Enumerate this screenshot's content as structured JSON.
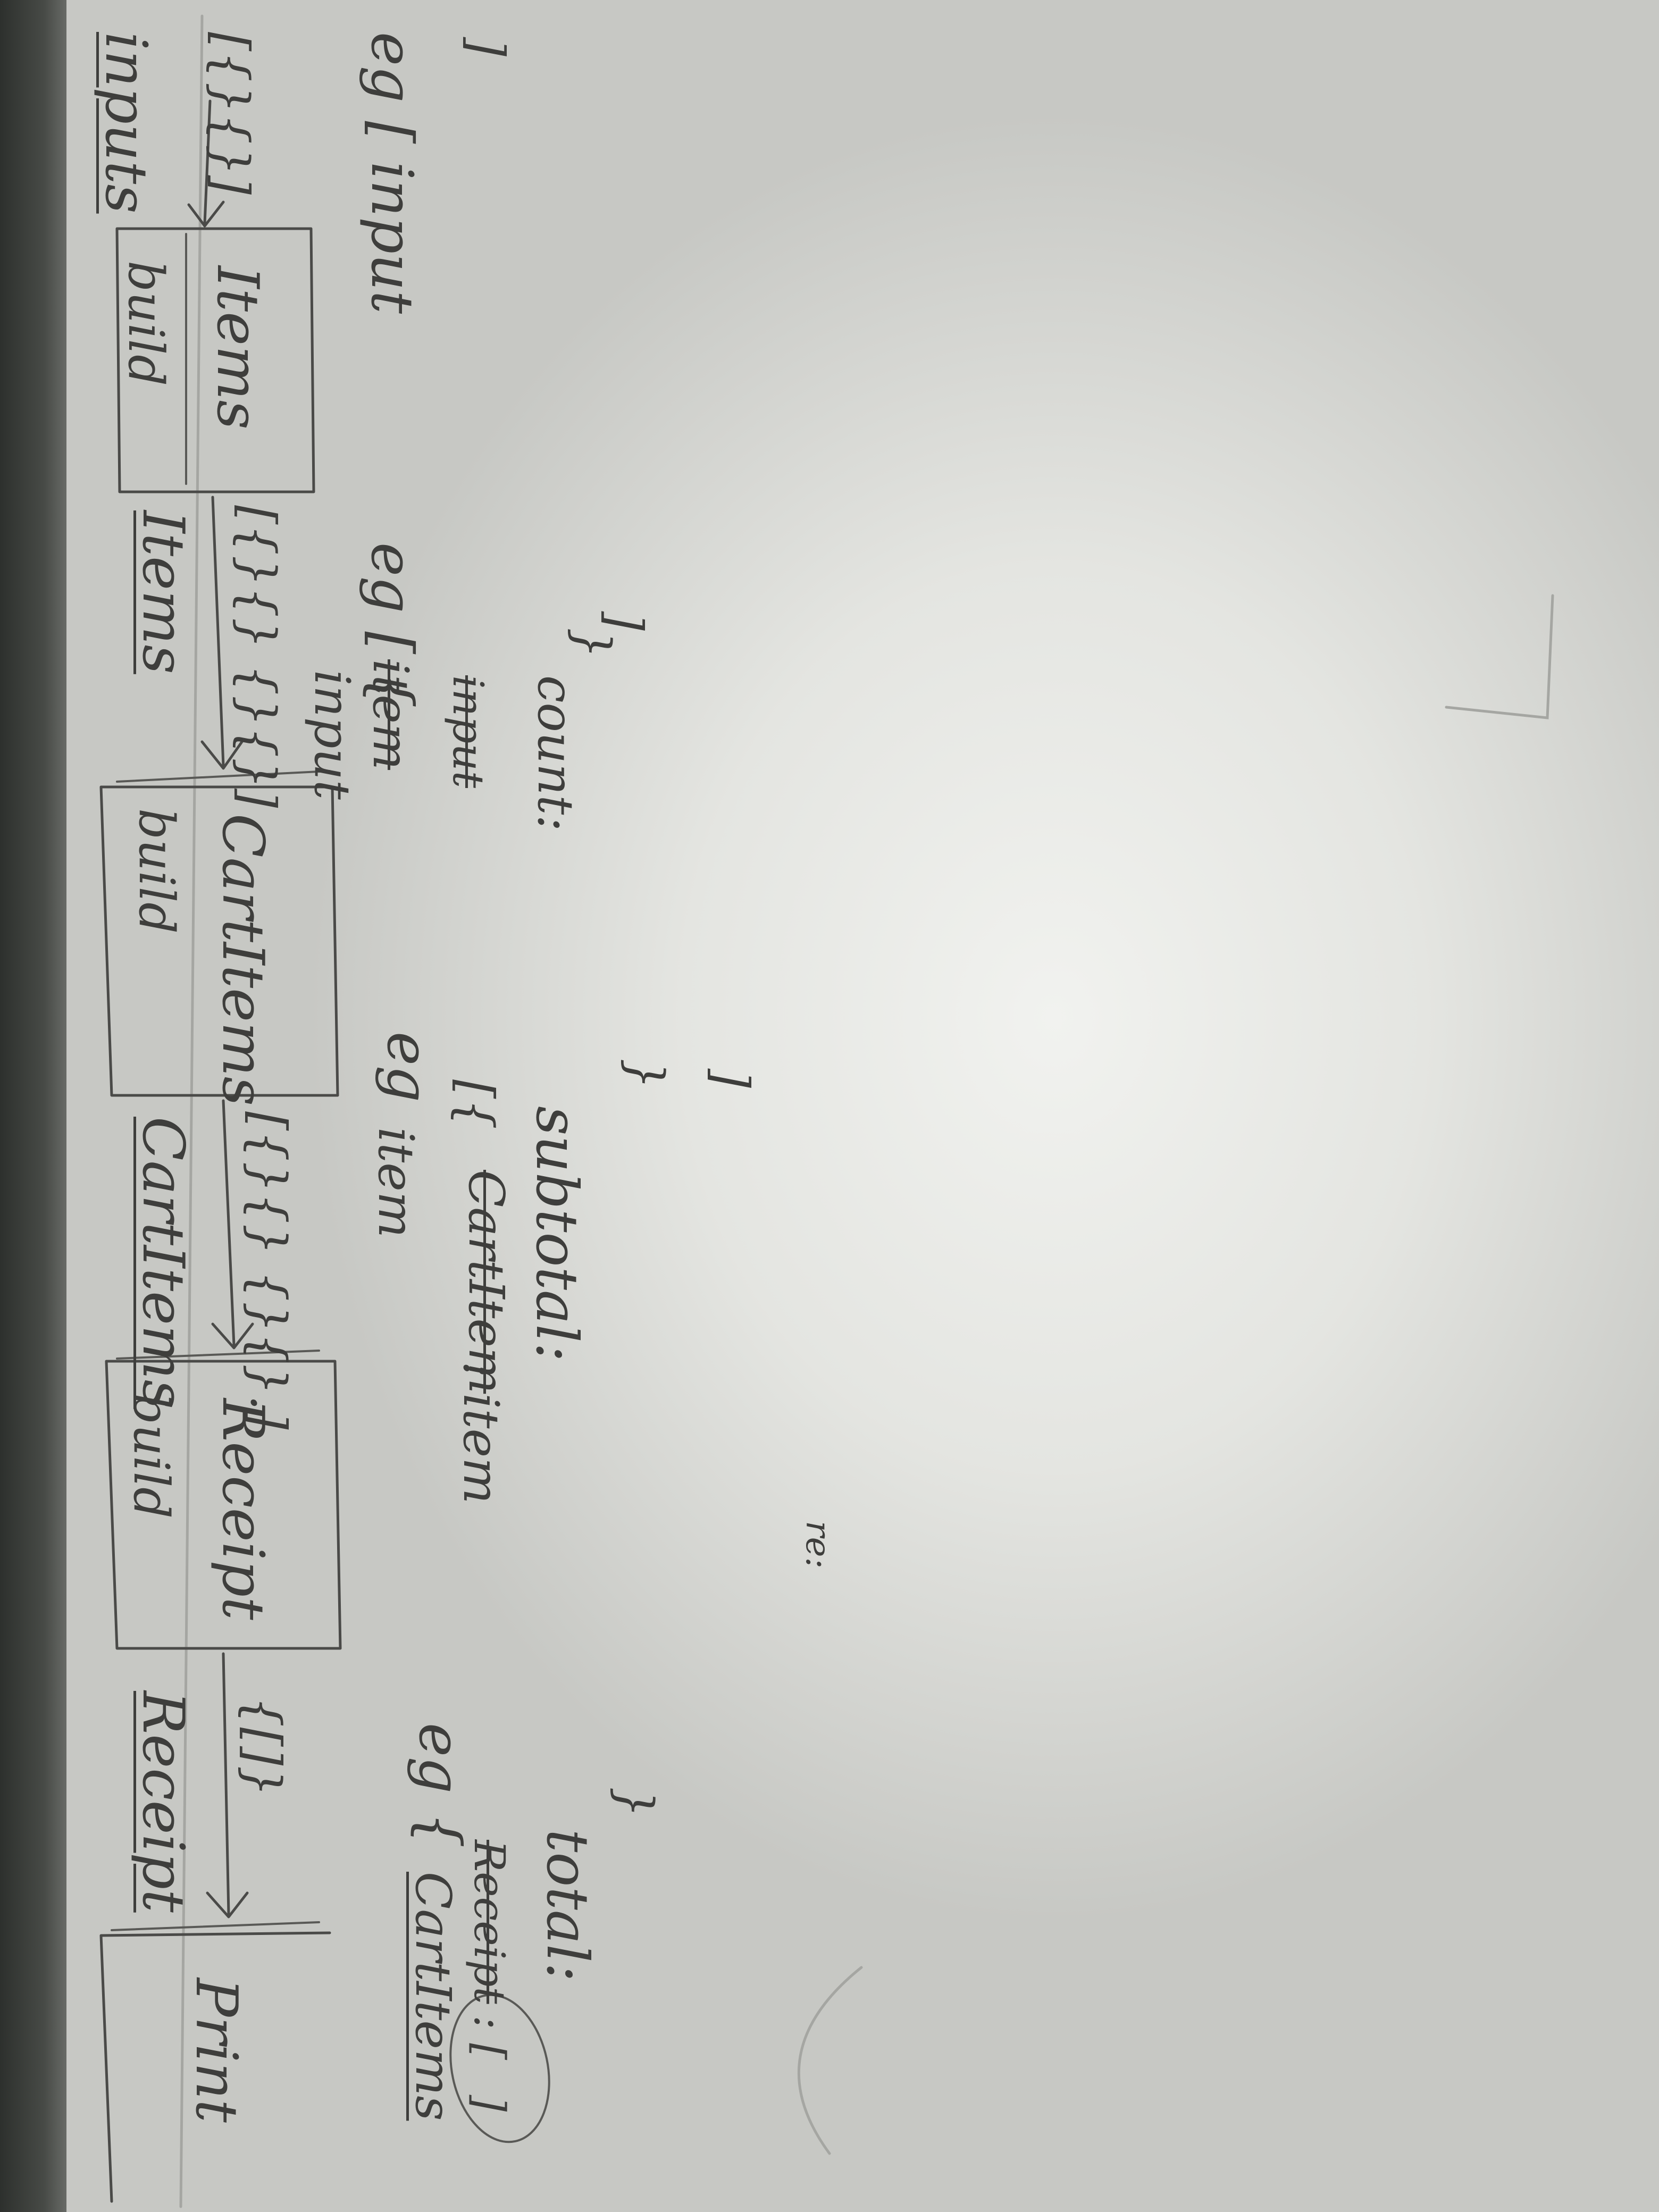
{
  "flow": {
    "stage_inputs": {
      "label": "inputs",
      "shape": "[{}{}]"
    },
    "box_build_items": {
      "line1": "build",
      "line2": "Items"
    },
    "stage_items": {
      "label": "Items",
      "shape": "[{}{} {}{}]"
    },
    "box_build_cart_items": {
      "line1": "build",
      "line2": "CartItems"
    },
    "stage_cart_items": {
      "label": "CartItems",
      "shape": "[{}{} {}{}.]"
    },
    "box_build_receipt": {
      "line1": "build",
      "line2": "Receipt"
    },
    "stage_receipt": {
      "label": "Receipt",
      "shape": "{[]}"
    },
    "box_print": {
      "label": "Print"
    }
  },
  "examples": {
    "inputs_example": {
      "line1": "eg [ input",
      "line2": "]"
    },
    "items_example": {
      "line1": "eg [ {",
      "line2": "input",
      "line3": "item",
      "line4": "input",
      "line5": "count:",
      "line6": "}",
      "line7": "]"
    },
    "cart_items_example": {
      "line1": "eg",
      "line2": "item",
      "line3": "[{",
      "line4": "CartItem",
      "line5": ": item",
      "line6": "subtotal:",
      "line7": "}",
      "line8": "]"
    },
    "receipt_example": {
      "line1": "eg {",
      "line2": "CartItems",
      "line3": "Receipt",
      "line4": ": [",
      "line5": "]",
      "line6": "total:",
      "line7": "}"
    },
    "stray": "re:"
  }
}
